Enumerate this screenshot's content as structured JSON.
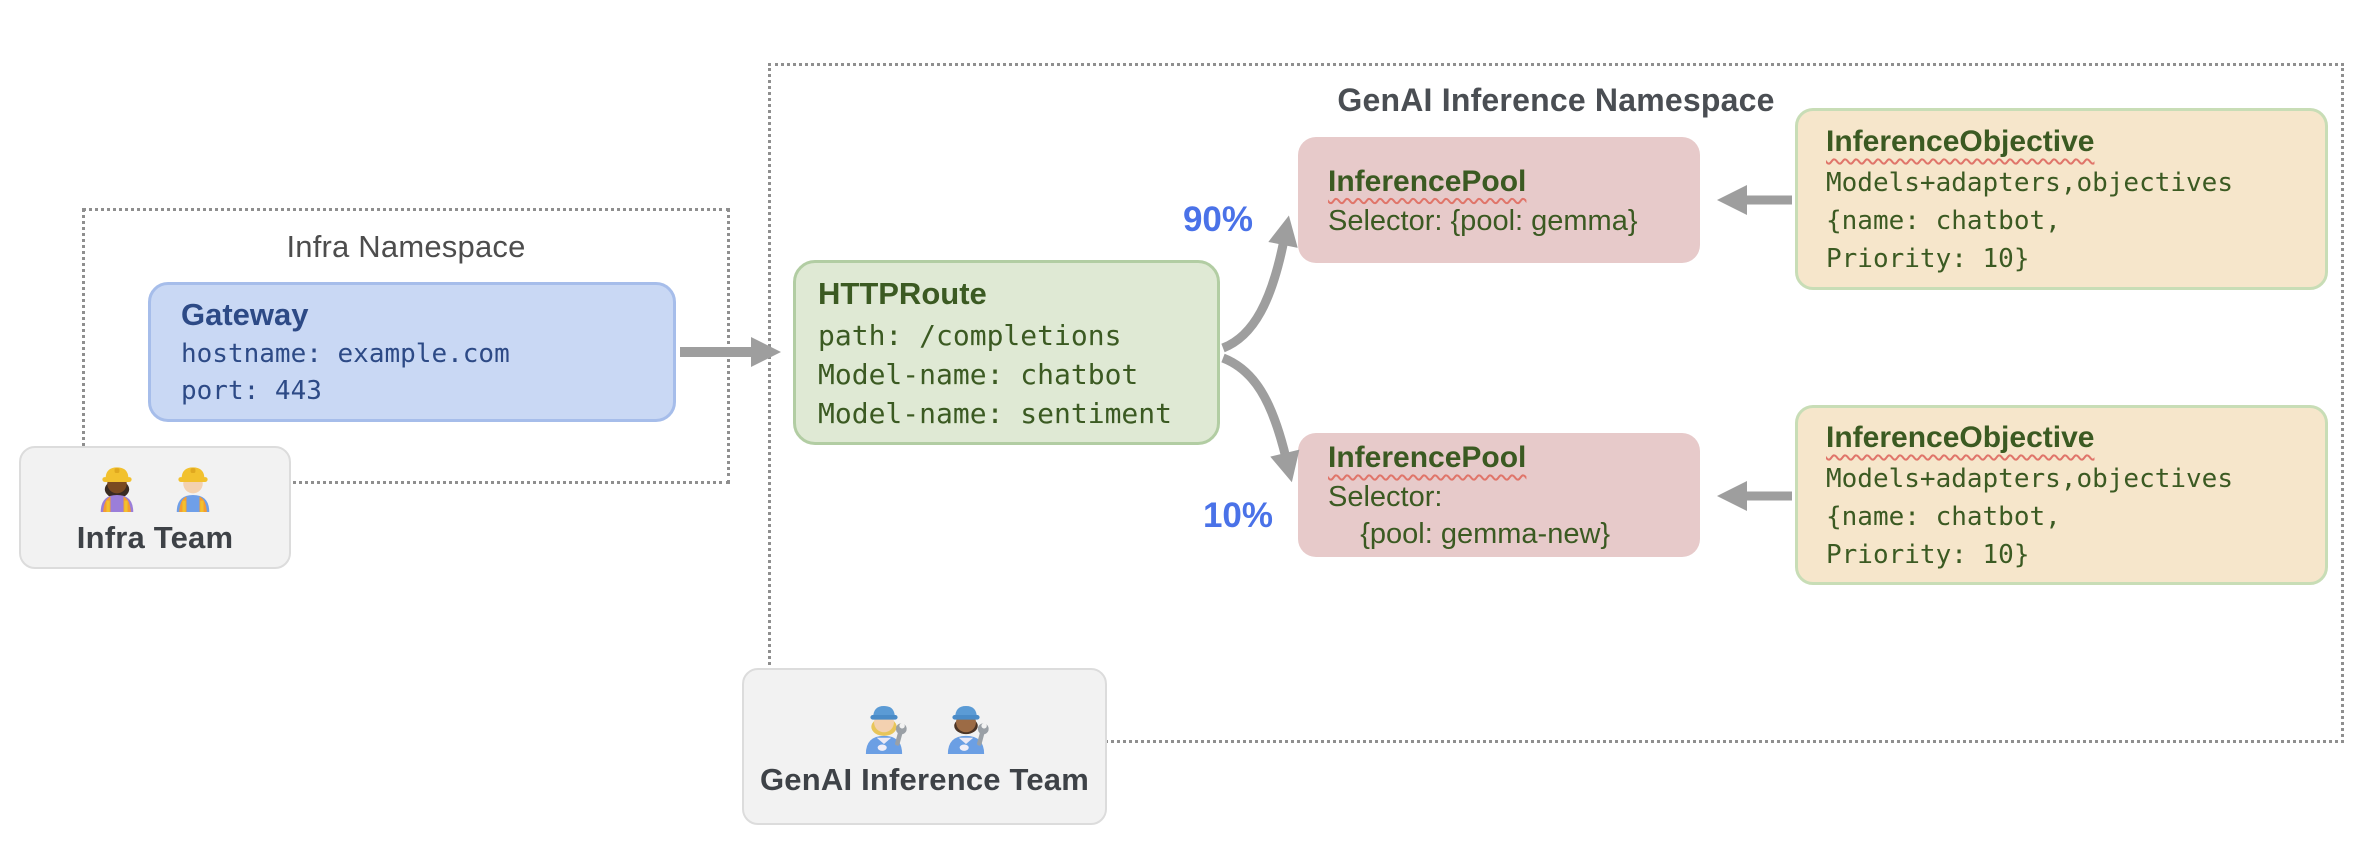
{
  "infra_namespace": {
    "title": "Infra Namespace",
    "gateway": {
      "title": "Gateway",
      "lines": [
        "hostname: example.com",
        "port: 443"
      ]
    }
  },
  "genai_namespace": {
    "title": "GenAI Inference Namespace",
    "httproute": {
      "title": "HTTPRoute",
      "lines": [
        "path: /completions",
        "Model-name: chatbot",
        "Model-name: sentiment"
      ]
    },
    "split_labels": {
      "to_pool_1": "90%",
      "to_pool_2": "10%"
    },
    "pools": [
      {
        "title": "InferencePool",
        "lines": [
          "Selector: {pool: gemma}",
          ""
        ]
      },
      {
        "title": "InferencePool",
        "lines": [
          "Selector:",
          "    {pool: gemma-new}"
        ]
      }
    ],
    "objectives": [
      {
        "title": "InferenceObjective",
        "lines": [
          "Models+adapters,objectives",
          "{name: chatbot,",
          "Priority: 10}"
        ]
      },
      {
        "title": "InferenceObjective",
        "lines": [
          "Models+adapters,objectives",
          "{name: chatbot,",
          "Priority: 10}"
        ]
      }
    ]
  },
  "teams": [
    {
      "label": "Infra Team",
      "icons": [
        "woman-construction-worker-icon",
        "man-construction-worker-icon"
      ]
    },
    {
      "label": "GenAI Inference Team",
      "icons": [
        "woman-mechanic-icon",
        "man-mechanic-icon"
      ]
    }
  ],
  "colors": {
    "gateway_fill": "#c9d8f4",
    "gateway_text": "#2d4a86",
    "httproute_fill": "#dfe9d4",
    "pool_fill": "#e7caca",
    "objective_fill": "#f6e6cb",
    "resource_text_green": "#3b5a22",
    "split_label_blue": "#4a72e8",
    "arrow_gray": "#9e9e9e",
    "namespace_border": "#8f8f8f",
    "team_fill": "#f2f2f2",
    "spellcheck_squiggle": "#e0756a"
  }
}
